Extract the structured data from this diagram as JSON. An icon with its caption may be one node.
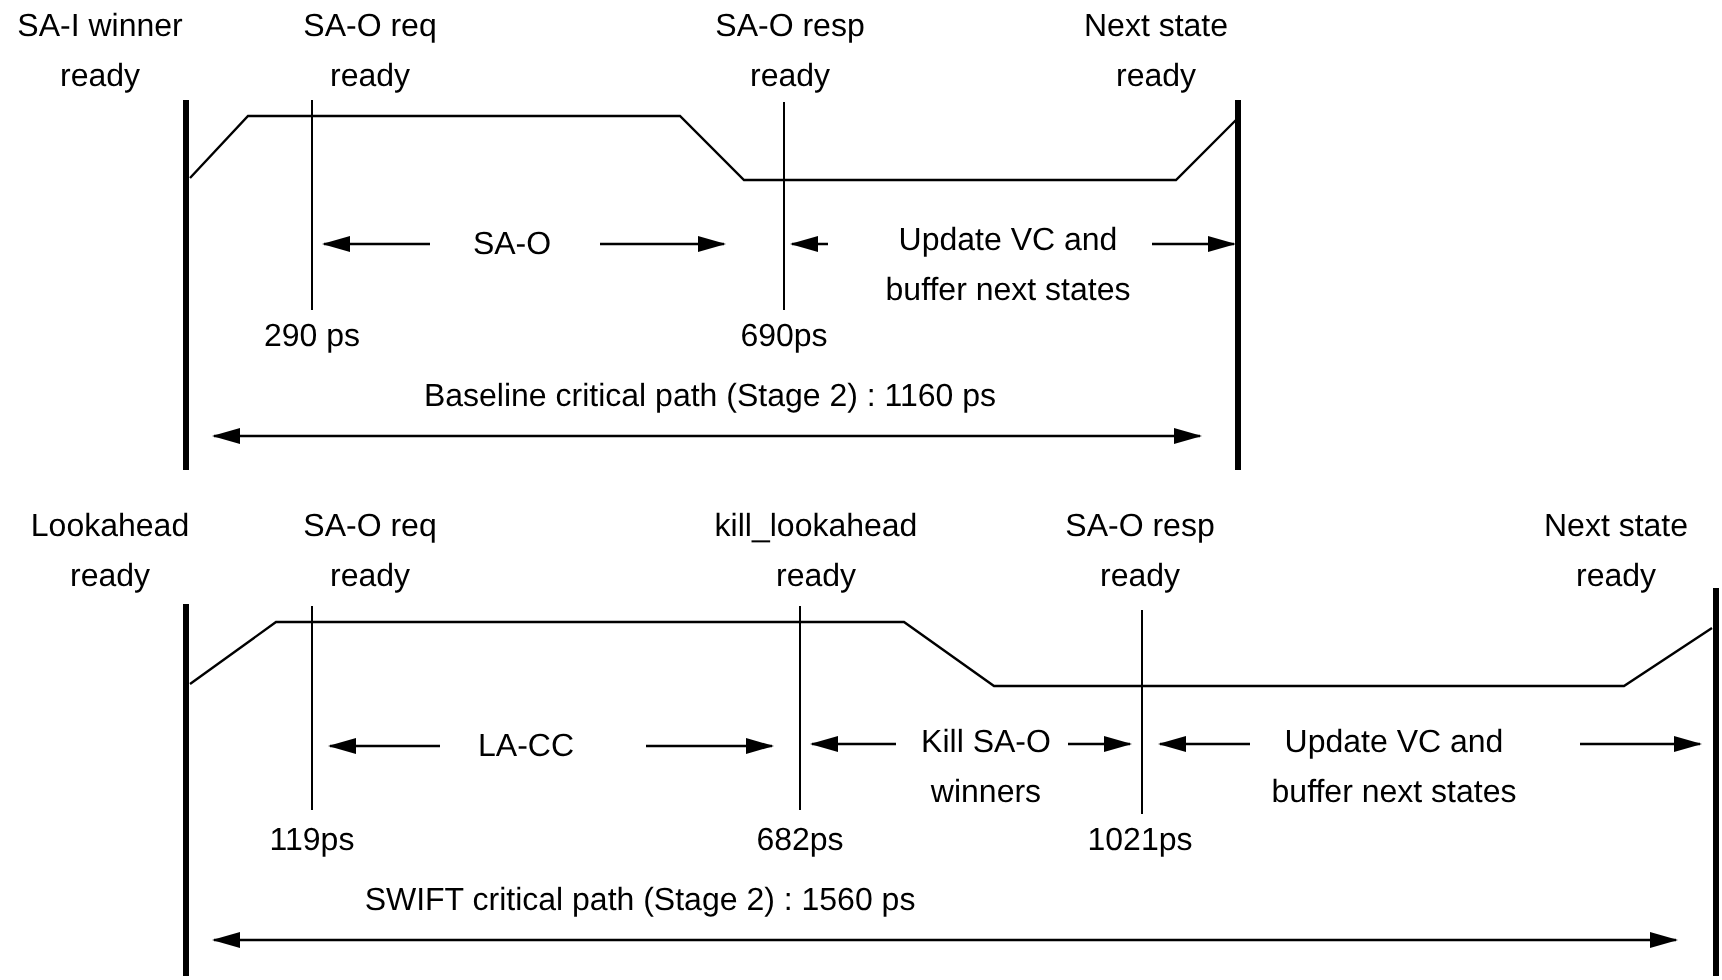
{
  "diagram": {
    "labels": [
      "SA-I winner ready",
      "SA-O req ready",
      "SA-O resp ready",
      "Next state ready",
      "SA-O",
      "Update VC and buffer next states",
      "290 ps",
      "690ps",
      "Baseline critical path (Stage 2) : 1160 ps",
      "Lookahead ready",
      "SA-O req ready",
      "kill_lookahead ready",
      "SA-O resp ready",
      "Next state ready",
      "LA-CC",
      "Kill SA-O winners",
      "Update VC and buffer next states",
      "119ps",
      "682ps",
      "1021ps",
      "SWIFT critical path (Stage 2) : 1560 ps"
    ]
  }
}
